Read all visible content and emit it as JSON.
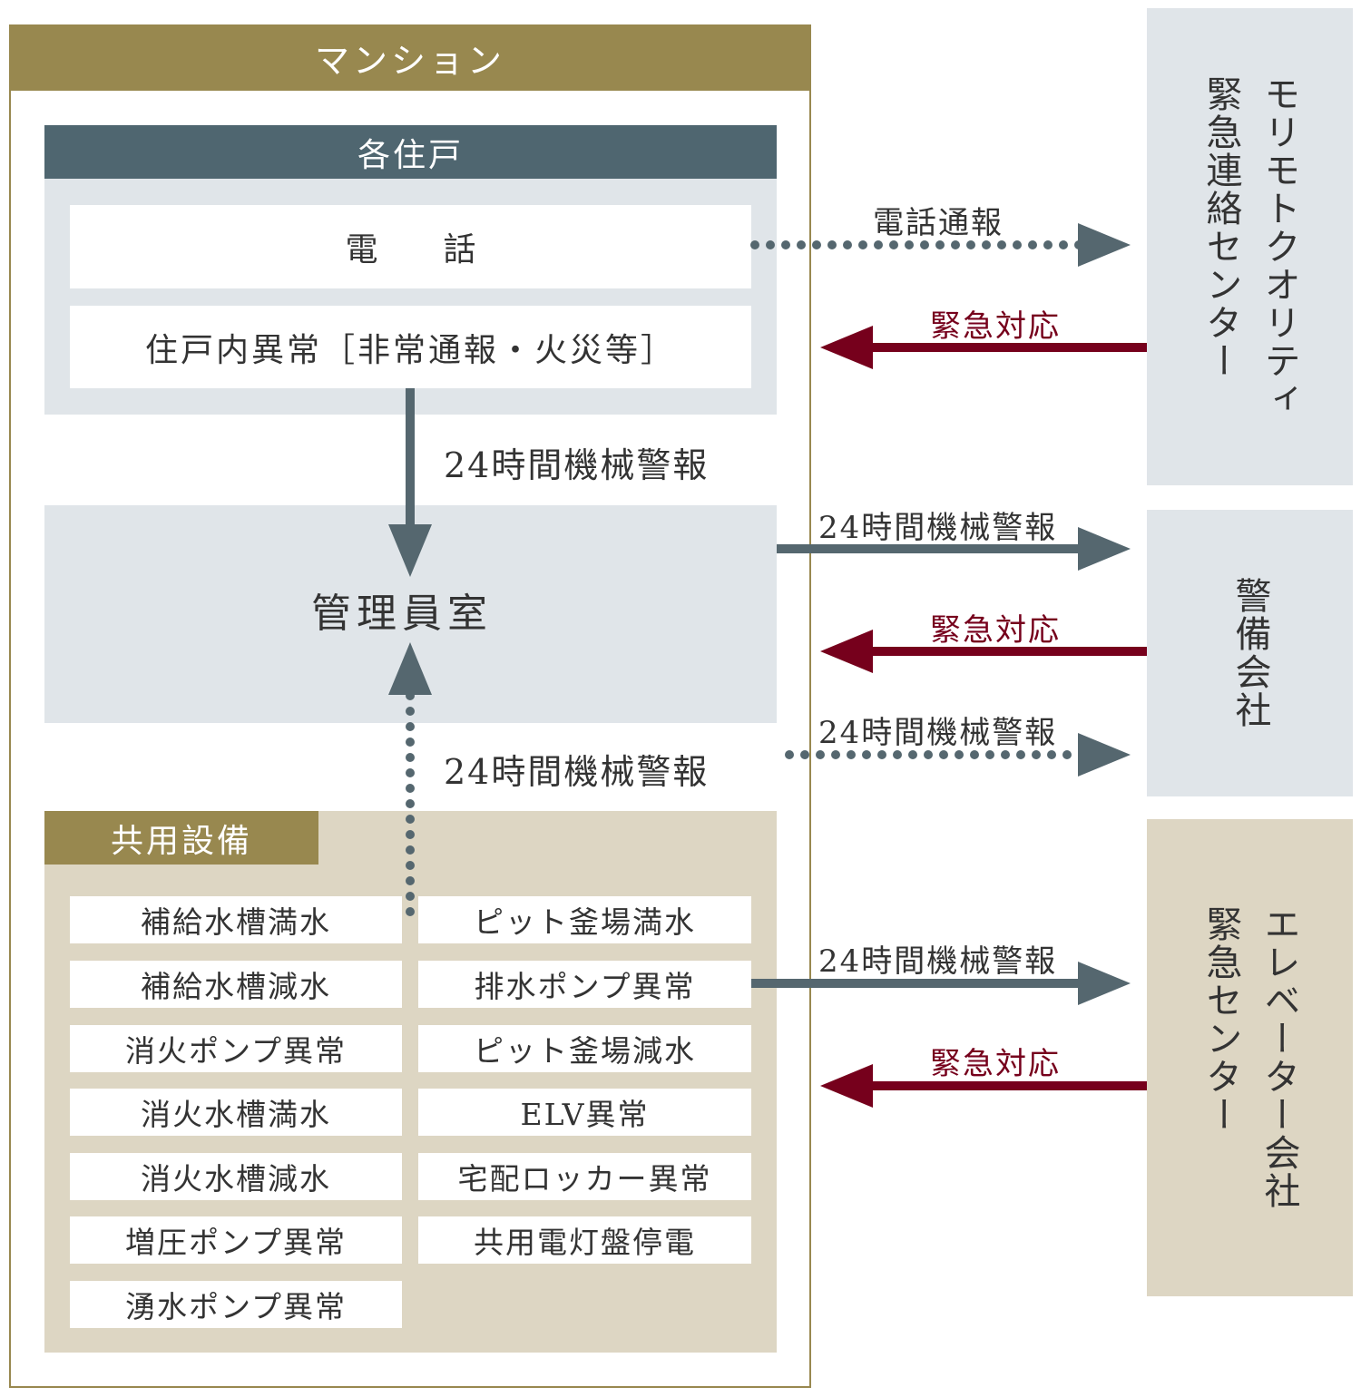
{
  "mansion": {
    "title": "マンション",
    "units": {
      "header": "各住戸",
      "phone": "電　　話",
      "alarm": "住戸内異常［非常通報・火災等］"
    },
    "manager_room": "管理員室",
    "common": {
      "header": "共用設備",
      "items": [
        "補給水槽満水",
        "ピット釜場満水",
        "補給水槽減水",
        "排水ポンプ異常",
        "消火ポンプ異常",
        "ピット釜場減水",
        "消火水槽満水",
        "ELV異常",
        "消火水槽減水",
        "宅配ロッカー異常",
        "増圧ポンプ異常",
        "共用電灯盤停電",
        "湧水ポンプ異常"
      ]
    },
    "internal_labels": {
      "units_to_manager": "24時間機械警報",
      "common_to_manager": "24時間機械警報"
    }
  },
  "external": {
    "morimoto": {
      "line1": "モリモトクオリティ",
      "line2": "緊急連絡センター"
    },
    "security": {
      "line1": "警備会社"
    },
    "elevator": {
      "line1": "エレベーター会社",
      "line2": "緊急センター"
    }
  },
  "arrows": {
    "phone_report": "電話通報",
    "emergency1": "緊急対応",
    "alarm_to_security": "24時間機械警報",
    "emergency2": "緊急対応",
    "common_to_security": "24時間機械警報",
    "alarm_to_elevator": "24時間機械警報",
    "emergency3": "緊急対応"
  },
  "colors": {
    "gold": "#98884f",
    "slate": "#4f6670",
    "crimson": "#76001c",
    "arrow": "#55676f",
    "grey": "#e0e5e9",
    "beige": "#ddd6c3"
  }
}
